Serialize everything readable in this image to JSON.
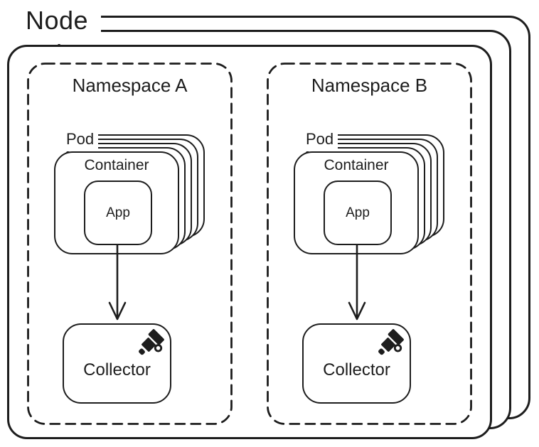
{
  "colors": {
    "stroke": "#1d1d1d",
    "text": "#1d1d1d",
    "background": "#ffffff"
  },
  "node": {
    "label": "Node",
    "stack_count": 3
  },
  "namespaces": [
    {
      "label": "Namespace A",
      "pod": {
        "label": "Pod",
        "stack_count": 5
      },
      "container": {
        "label": "Container"
      },
      "app": {
        "label": "App"
      },
      "arrow": {
        "from": "App",
        "to": "Collector"
      },
      "collector": {
        "label": "Collector",
        "icon": "telescope-icon"
      }
    },
    {
      "label": "Namespace B",
      "pod": {
        "label": "Pod",
        "stack_count": 5
      },
      "container": {
        "label": "Container"
      },
      "app": {
        "label": "App"
      },
      "arrow": {
        "from": "App",
        "to": "Collector"
      },
      "collector": {
        "label": "Collector",
        "icon": "telescope-icon"
      }
    }
  ]
}
